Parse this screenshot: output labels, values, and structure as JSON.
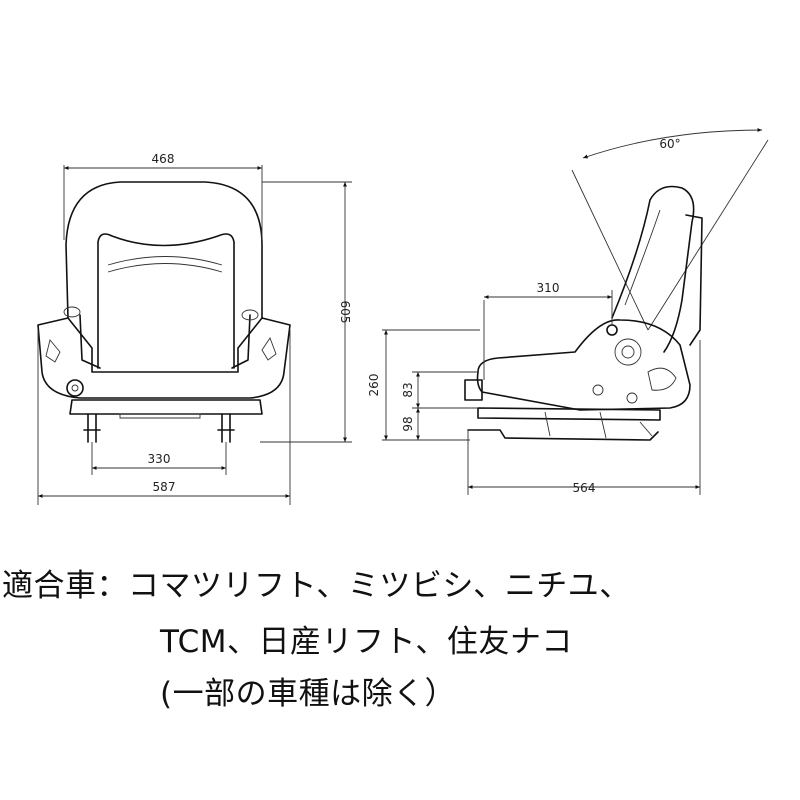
{
  "front_view": {
    "dims": {
      "top_width": "468",
      "height": "605",
      "mount_width": "330",
      "base_width": "587"
    }
  },
  "side_view": {
    "dims": {
      "angle": "60°",
      "depth": "310",
      "seat_height": "260",
      "slide": "83",
      "base_height": "98",
      "length": "564"
    }
  },
  "caption": {
    "line1": "適合車：コマツリフト、ミツビシ、ニチユ、",
    "line2": "TCM、日産リフト、住友ナコ",
    "line3": "(一部の車種は除く）"
  }
}
